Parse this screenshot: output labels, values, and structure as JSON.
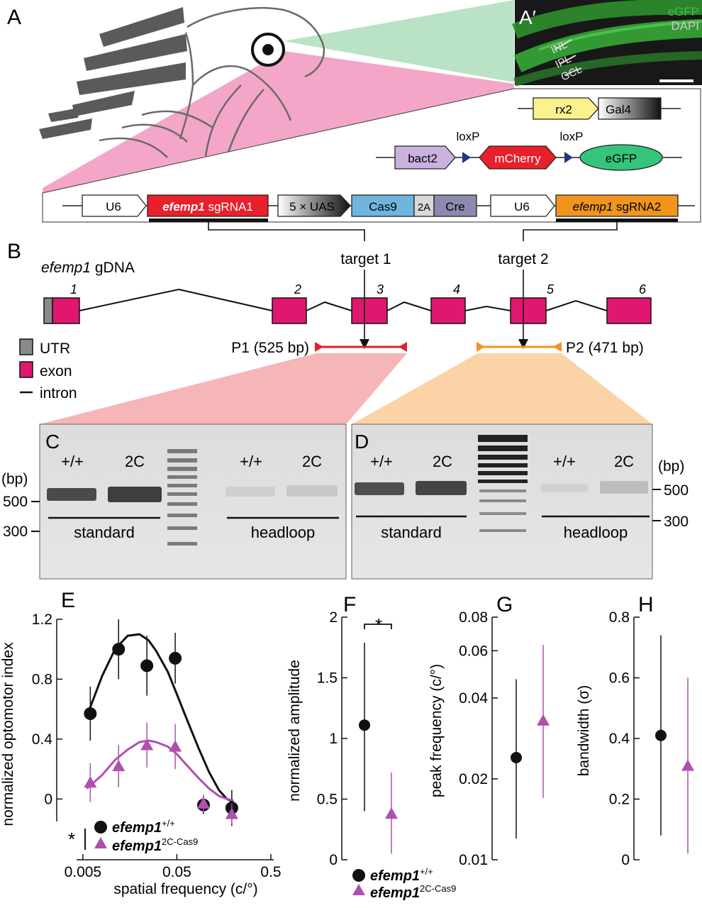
{
  "panels": {
    "A": "A",
    "A_prime": "A′",
    "B": "B",
    "C": "C",
    "D": "D",
    "E": "E",
    "F": "F",
    "G": "G",
    "H": "H"
  },
  "micrograph": {
    "channel1": "eGFP",
    "channel2": "DAPI",
    "layers": [
      "INL",
      "IPL",
      "GCL"
    ],
    "colors": {
      "egfp": "#3fbf3f",
      "dapi": "#cccccc"
    }
  },
  "constructs": {
    "rx2": "rx2",
    "gal4": "Gal4",
    "bact2": "bact2",
    "loxp1": "loxP",
    "mcherry": "mCherry",
    "loxp2": "loxP",
    "egfp": "eGFP",
    "u6a": "U6",
    "sgrna1_gene": "efemp1",
    "sgrna1_suffix": " sgRNA1",
    "uas": "5 × UAS",
    "cas9": "Cas9",
    "twoA": "2A",
    "cre": "Cre",
    "u6b": "U6",
    "sgrna2_gene": "efemp1",
    "sgrna2_suffix": " sgRNA2"
  },
  "gene": {
    "title_gene": "efemp1",
    "title_suffix": " gDNA",
    "exons": [
      "1",
      "2",
      "3",
      "4",
      "5",
      "6"
    ],
    "target1": "target 1",
    "target2": "target 2",
    "p1": "P1 (525 bp)",
    "p2": "P2 (471 bp)",
    "legend": [
      "UTR",
      "exon",
      "intron"
    ],
    "colors": {
      "exon": "#e0176f",
      "utr": "#8a8a8a",
      "p1": "#e0202b",
      "p2": "#f0941e"
    }
  },
  "gels": {
    "unit": "(bp)",
    "markers": [
      "500",
      "300"
    ],
    "lanes": [
      "+/+",
      "2C",
      "+/+",
      "2C"
    ],
    "conditions": [
      "standard",
      "headloop"
    ]
  },
  "chart_data": [
    {
      "type": "line",
      "panel": "E",
      "ylabel": "normalized optomotor index",
      "xlabel": "spatial frequency (c/°)",
      "xscale": "log",
      "xlim": [
        0.004,
        0.5
      ],
      "ylim": [
        -0.15,
        1.2
      ],
      "xticks": [
        0.005,
        0.05,
        0.5
      ],
      "xtick_labels": [
        "0.005",
        "0.05",
        "0.5"
      ],
      "yticks": [
        0,
        0.4,
        0.8,
        1.2
      ],
      "ytick_labels": [
        "0",
        "0.4",
        "0.8",
        "1.2"
      ],
      "significance": "*",
      "legend": [
        {
          "gene": "efemp1",
          "sup": "+/+"
        },
        {
          "gene": "efemp1",
          "sup": "2C-Cas9"
        }
      ],
      "series": [
        {
          "x": [
            0.006,
            0.012,
            0.024,
            0.048,
            0.096,
            0.192
          ],
          "y": [
            0.57,
            1.0,
            0.89,
            0.94,
            -0.04,
            -0.06
          ],
          "yerr": [
            0.18,
            0.2,
            0.2,
            0.17,
            0.06,
            0.12
          ],
          "color": "#111111",
          "fit": {
            "x": [
              0.0055,
              0.008,
              0.011,
              0.015,
              0.02,
              0.025,
              0.03,
              0.04,
              0.05,
              0.065,
              0.085,
              0.11,
              0.14,
              0.17,
              0.2
            ],
            "y": [
              0.55,
              0.82,
              1.0,
              1.09,
              1.1,
              1.06,
              0.99,
              0.85,
              0.7,
              0.52,
              0.34,
              0.18,
              0.06,
              0.0,
              -0.02
            ]
          }
        },
        {
          "x": [
            0.006,
            0.012,
            0.024,
            0.048,
            0.096,
            0.192
          ],
          "y": [
            0.11,
            0.22,
            0.36,
            0.35,
            -0.03,
            -0.1
          ],
          "yerr": [
            0.13,
            0.14,
            0.15,
            0.15,
            0.06,
            0.07
          ],
          "color": "#b04fae",
          "fit": {
            "x": [
              0.0055,
              0.008,
              0.011,
              0.015,
              0.02,
              0.025,
              0.03,
              0.04,
              0.05,
              0.065,
              0.085,
              0.11,
              0.14,
              0.17,
              0.2
            ],
            "y": [
              0.07,
              0.16,
              0.26,
              0.33,
              0.38,
              0.39,
              0.38,
              0.35,
              0.3,
              0.22,
              0.14,
              0.07,
              0.02,
              0.0,
              -0.01
            ]
          }
        }
      ]
    },
    {
      "type": "scatter",
      "panel": "F",
      "ylabel": "normalized amplitude",
      "ylim": [
        0,
        2
      ],
      "yticks": [
        0,
        0.5,
        1,
        1.5,
        2
      ],
      "ytick_labels": [
        "0",
        "0.5",
        "1",
        "1.5",
        "2"
      ],
      "significance": "*",
      "series": [
        {
          "value": 1.11,
          "low": 0.4,
          "high": 1.79,
          "color": "#111111",
          "marker": "circle"
        },
        {
          "value": 0.38,
          "low": 0.05,
          "high": 0.72,
          "color": "#b04fae",
          "marker": "triangle"
        }
      ],
      "legend": [
        {
          "gene": "efemp1",
          "sup": "+/+"
        },
        {
          "gene": "efemp1",
          "sup": "2C-Cas9"
        }
      ]
    },
    {
      "type": "scatter",
      "panel": "G",
      "ylabel": "peak frequency (c/°)",
      "yscale": "log",
      "ylim": [
        0.01,
        0.08
      ],
      "yticks": [
        0.01,
        0.02,
        0.04,
        0.06,
        0.08
      ],
      "ytick_labels": [
        "0.01",
        "0.02",
        "0.04",
        "0.06",
        "0.08"
      ],
      "series": [
        {
          "value": 0.024,
          "low": 0.012,
          "high": 0.047,
          "color": "#111111",
          "marker": "circle"
        },
        {
          "value": 0.033,
          "low": 0.017,
          "high": 0.063,
          "color": "#b04fae",
          "marker": "triangle"
        }
      ]
    },
    {
      "type": "scatter",
      "panel": "H",
      "ylabel": "bandwidth (σ)",
      "ylim": [
        0,
        0.8
      ],
      "yticks": [
        0,
        0.2,
        0.4,
        0.6,
        0.8
      ],
      "ytick_labels": [
        "0",
        "0.2",
        "0.4",
        "0.6",
        "0.8"
      ],
      "series": [
        {
          "value": 0.41,
          "low": 0.08,
          "high": 0.74,
          "color": "#111111",
          "marker": "circle"
        },
        {
          "value": 0.31,
          "low": 0.02,
          "high": 0.6,
          "color": "#b04fae",
          "marker": "triangle"
        }
      ]
    }
  ]
}
